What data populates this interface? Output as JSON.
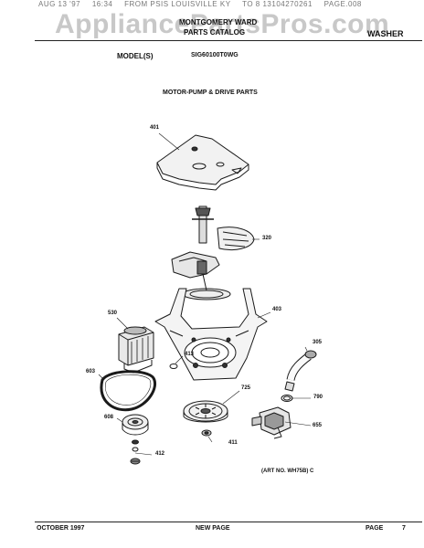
{
  "fax_header": {
    "date": "AUG 13 '97",
    "time": "16:34",
    "from": "FROM PSIS LOUISVILLE KY",
    "to": "TO 8 13104270261",
    "page": "PAGE.008"
  },
  "watermark": "AppliancePartsPros.com",
  "header": {
    "catalog_line1": "MONTGOMERY WARD",
    "catalog_line2": "PARTS CATALOG",
    "product": "WASHER"
  },
  "model": {
    "label": "MODEL(S)",
    "value": "SIG60100T0WG"
  },
  "section_title": "MOTOR-PUMP & DRIVE PARTS",
  "callouts": {
    "c401": "401",
    "c320": "320",
    "c403": "403",
    "c530": "530",
    "c305": "305",
    "c603": "603",
    "c413": "413",
    "c725": "725",
    "c790": "790",
    "c608": "608",
    "c655": "655",
    "c411": "411",
    "c412": "412"
  },
  "art_number": "(ART NO. WH75B) C",
  "footer": {
    "date": "OCTOBER 1997",
    "status": "NEW PAGE",
    "page_label": "PAGE",
    "page_number": "7"
  }
}
